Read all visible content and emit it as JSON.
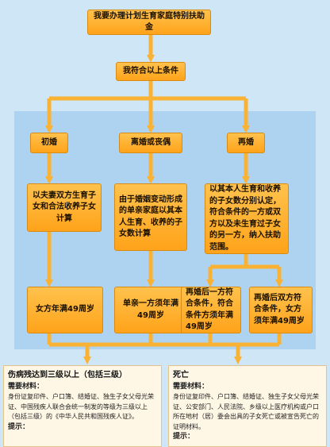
{
  "top": "我要办理计划生育家庭特别扶助金",
  "qualify": "我符合以上条件",
  "branches": [
    {
      "label": "初婚",
      "desc": "以夫妻双方生育子女和合法收养子女计算",
      "result": "女方年满49周岁"
    },
    {
      "label": "离婚或丧偶",
      "desc": "由于婚姻变动形成的单亲家庭以其本人生育、收养的子女数计算",
      "result": "单亲一方须年满49周岁"
    },
    {
      "label": "再婚",
      "desc": "以其本人生育和收养的子女数分别认定，符合条件的一方或双方以及未生育过子女的另一方，纳入扶助范围。"
    }
  ],
  "remarriage_results": [
    "再婚后一方符合条件，符合条件方须年满49周岁",
    "再婚后双方符合条件，女方须年满49周岁"
  ],
  "panels": [
    {
      "title": "伤病残达到三级以上（包括三级）",
      "materials_label": "需要材料：",
      "materials": "身份证复印件、户口簿、结婚证、独生子女父母光荣证、中国残疾人联合会统一制发的等级为三级以上（包括三级）的《中华人民共和国残疾人证》。",
      "tip_label": "提示："
    },
    {
      "title": "死亡",
      "materials_label": "需要材料：",
      "materials": "身份证复印件、户口簿、结婚证、独生子女父母光荣证、公安部门、人民法院、乡级以上医疗机构或户口所在地村（居）委会出具的子女死亡或被宣告死亡的证明材料。",
      "tip_label": "提示："
    }
  ],
  "colors": {
    "node": "#ffa31a",
    "connector": "#f9b233",
    "background": "#cfe6f6",
    "band": "#aed3f1"
  }
}
